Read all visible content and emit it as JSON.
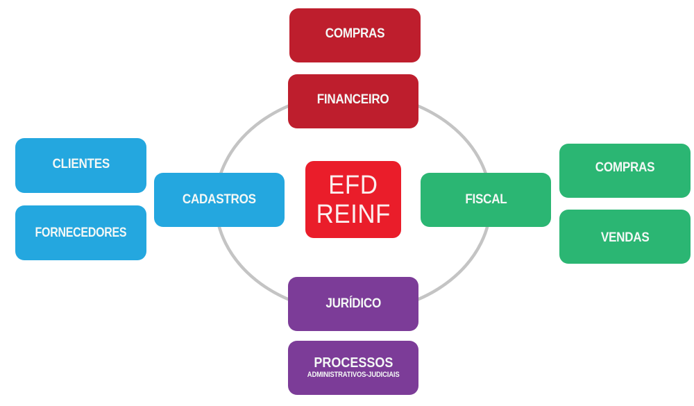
{
  "diagram": {
    "title": "EFD REINF",
    "center": {
      "lines": [
        "EFD",
        "REINF"
      ],
      "color": "#ea1d2a"
    },
    "ring": {
      "color": "#c4c4c4",
      "connects": [
        "financeiro",
        "cadastros",
        "fiscal",
        "juridico"
      ]
    },
    "palette": {
      "financeiro_group": "#be1e2d",
      "cadastros_group": "#24a7df",
      "fiscal_group": "#2bb673",
      "juridico_group": "#7c3c98",
      "center": "#ea1d2a",
      "text": "#f4f8f6"
    },
    "modules": {
      "financeiro": {
        "label": "FINANCEIRO",
        "children": [
          {
            "label": "COMPRAS"
          }
        ]
      },
      "cadastros": {
        "label": "CADASTROS",
        "children": [
          {
            "label": "CLIENTES"
          },
          {
            "label": "FORNECEDORES"
          }
        ]
      },
      "fiscal": {
        "label": "FISCAL",
        "children": [
          {
            "label": "COMPRAS"
          },
          {
            "label": "VENDAS"
          }
        ]
      },
      "juridico": {
        "label": "JURÍDICO",
        "children": [
          {
            "label": "PROCESSOS",
            "sublabel": "ADMINISTRATIVOS-JUDICIAIS"
          }
        ]
      }
    }
  }
}
